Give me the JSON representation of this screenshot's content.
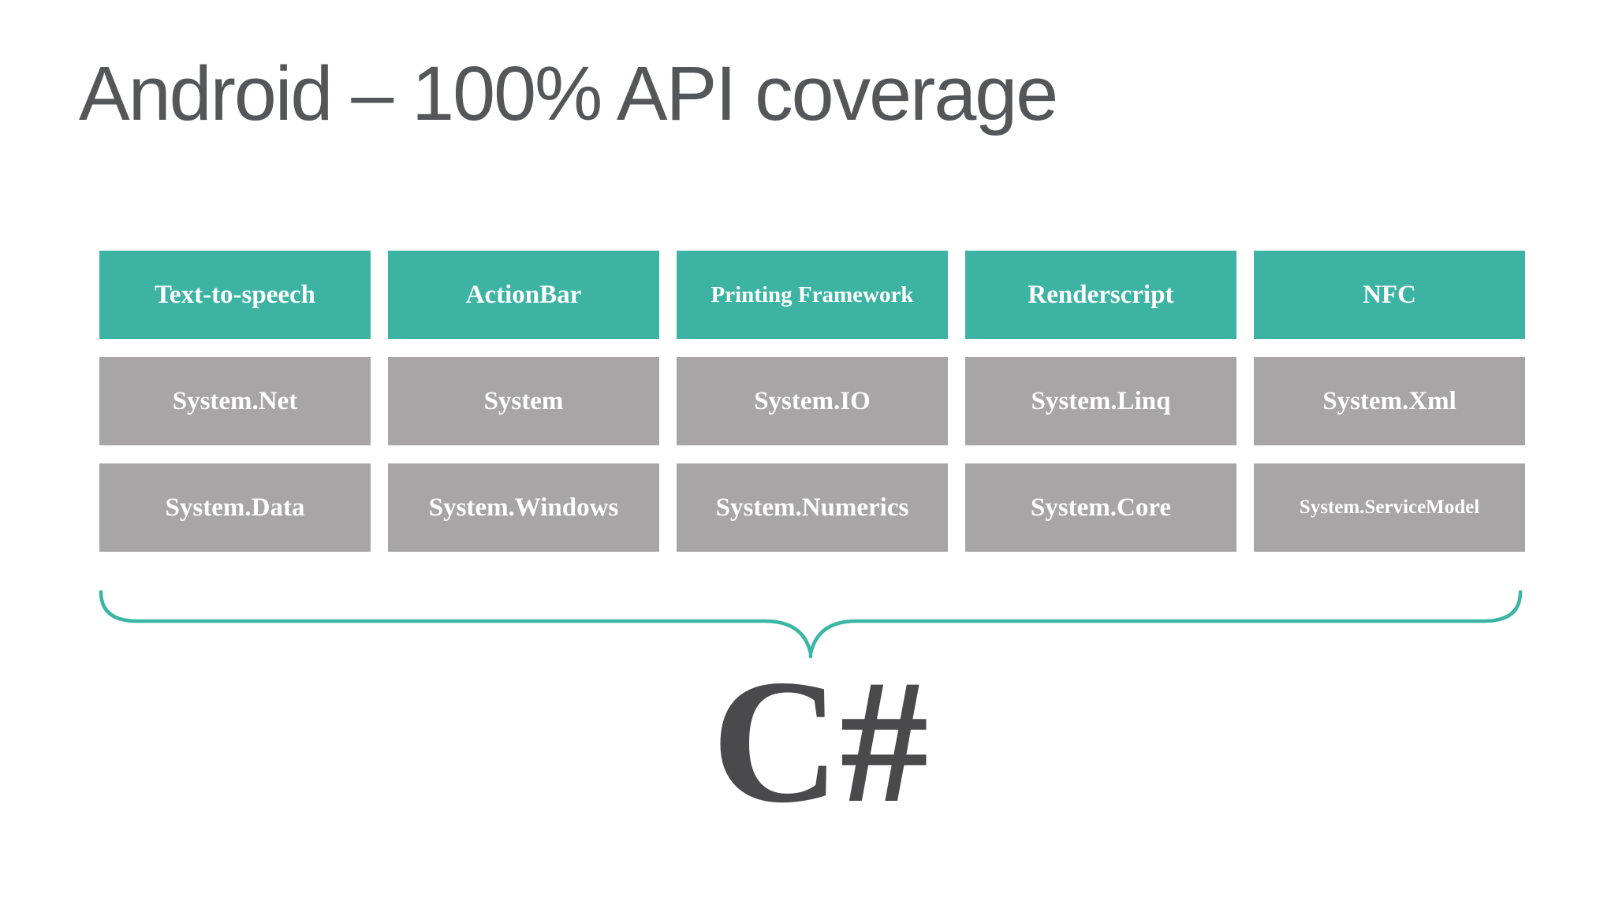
{
  "title": "Android – 100% API coverage",
  "colors": {
    "teal": "#3db4a3",
    "gray": "#a7a5a6",
    "title_text": "#55565a",
    "csharp_text": "#4a4a4d",
    "box_text": "#ffffff",
    "background": "#ffffff",
    "brace": "#3ab6a4"
  },
  "grid": {
    "rows": [
      {
        "type": "android-api",
        "cells": [
          "Text-to-speech",
          "ActionBar",
          "Printing Framework",
          "Renderscript",
          "NFC"
        ]
      },
      {
        "type": "dotnet-namespace",
        "cells": [
          "System.Net",
          "System",
          "System.IO",
          "System.Linq",
          "System.Xml"
        ]
      },
      {
        "type": "dotnet-namespace",
        "cells": [
          "System.Data",
          "System.Windows",
          "System.Numerics",
          "System.Core",
          "System.ServiceModel"
        ]
      }
    ]
  },
  "brace_label": "C#"
}
